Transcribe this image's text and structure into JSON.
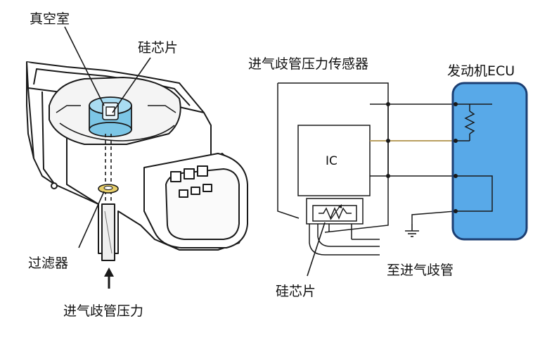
{
  "left_figure": {
    "vacuum_chamber_label": "真空室",
    "silicon_chip_label": "硅芯片",
    "filter_label": "过滤器",
    "pressure_label": "进气歧管压力"
  },
  "right_figure": {
    "sensor_title": "进气歧管压力传感器",
    "ecu_label": "发动机ECU",
    "ic_label": "IC",
    "silicon_chip_label": "硅芯片",
    "to_manifold_label": "至进气歧管"
  },
  "colors": {
    "ecu_fill": "#58a9e8",
    "ecu_stroke": "#1c3f73",
    "chamber_blue": "#7cc6e6",
    "filter_yellow": "#e8cf6a",
    "signal_wire": "#b9a060"
  },
  "icons": [
    "up-arrow-icon",
    "resistor-icon",
    "ground-icon"
  ]
}
